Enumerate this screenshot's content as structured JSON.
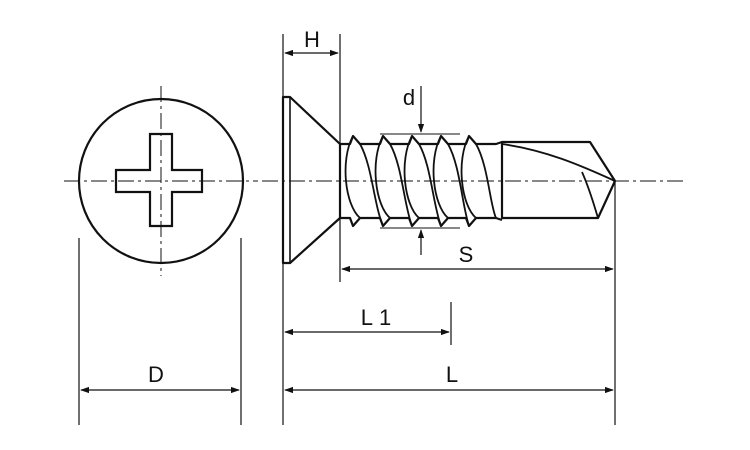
{
  "labels": {
    "head_height": "H",
    "thread_diameter": "d",
    "drill_length": "S",
    "thread_length": "L1",
    "total_length": "L",
    "head_diameter": "D"
  },
  "colors": {
    "line": "#111111",
    "background": "#ffffff"
  }
}
